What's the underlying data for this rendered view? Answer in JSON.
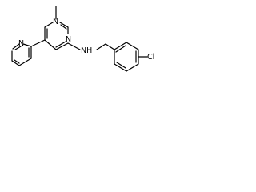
{
  "molecule": {
    "atom_labels": {
      "pyridine_n": "N",
      "pyrimidine_n1": "N",
      "pyrimidine_n3": "N",
      "amine_nh": "NH",
      "chlorine": "Cl"
    },
    "bond_color": "#000000",
    "background": "#ffffff"
  }
}
